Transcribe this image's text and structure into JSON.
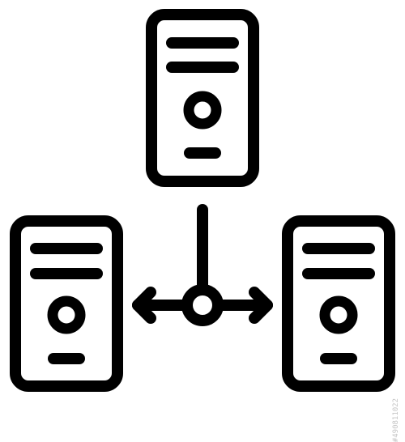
{
  "icon": {
    "name": "server-network-icon",
    "servers": [
      "server-top",
      "server-bottom-left",
      "server-bottom-right"
    ],
    "connector": "hub-with-bidirectional-arrows"
  },
  "colors": {
    "stroke": "#000000",
    "background": "#ffffff",
    "watermark": "#bdbdbd"
  },
  "watermark": {
    "stock_id": "#490811022"
  }
}
